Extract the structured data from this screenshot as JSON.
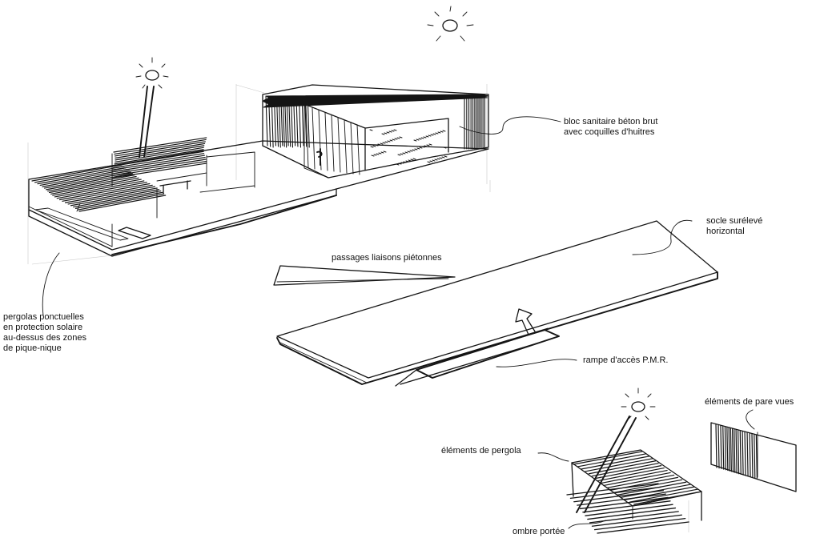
{
  "annotations": {
    "bloc_sanitaire": [
      "bloc sanitaire béton brut",
      "avec coquilles d'huitres"
    ],
    "socle": [
      "socle surélevé",
      "horizontal"
    ],
    "passages": "passages liaisons piétonnes",
    "pergolas": [
      "pergolas ponctuelles",
      "en protection solaire",
      "au-dessus des zones",
      "de pique-nique"
    ],
    "rampe": "rampe d'accès P.M.R.",
    "pare_vues": "éléments de pare vues",
    "elements_pergola": "éléments de pergola",
    "ombre": "ombre portée"
  }
}
